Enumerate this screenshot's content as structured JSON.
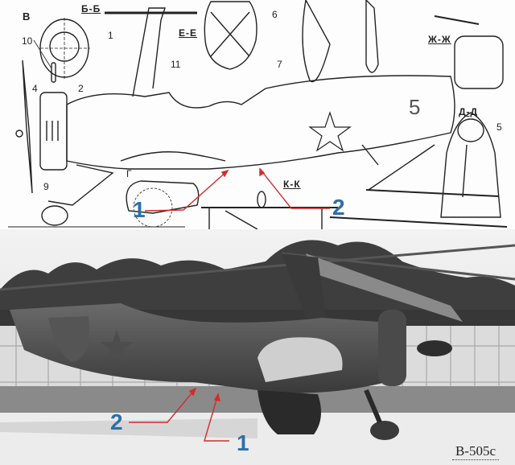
{
  "figure": {
    "top_panel": {
      "type": "technical line drawing",
      "subject": "autogyro side view with sections",
      "section_labels": [
        "В",
        "Б-Б",
        "Е-Е",
        "Ж-Ж",
        "Д-Д",
        "К-К",
        "Г"
      ],
      "part_numbers": [
        "10",
        "4",
        "2",
        "9",
        "11",
        "7",
        "6",
        "5",
        "1"
      ],
      "fuselage_number": "5"
    },
    "bottom_panel": {
      "type": "black and white photograph",
      "subject": "autogyro on airfield in front of fence and trees"
    },
    "callouts": [
      {
        "number": "1",
        "panel": "top"
      },
      {
        "number": "2",
        "panel": "top"
      },
      {
        "number": "2",
        "panel": "bottom"
      },
      {
        "number": "1",
        "panel": "bottom"
      }
    ],
    "photo_caption": "В-505с",
    "colors": {
      "arrow": "#d42a2a",
      "callout_number": "#2f6fa8",
      "ink": "#222222"
    }
  }
}
